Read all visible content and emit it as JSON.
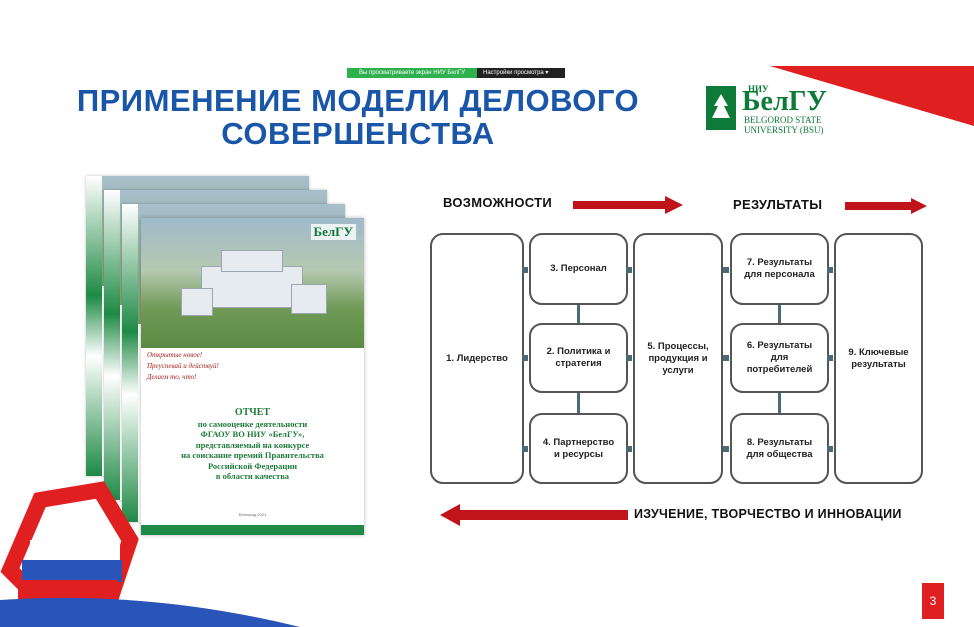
{
  "screen_share": {
    "notice": "Вы просматриваете экран НИУ БелГУ",
    "settings_label": "Настройки просмотра"
  },
  "slide": {
    "title": [
      "ПРИМЕНЕНИЕ МОДЕЛИ ДЕЛОВОГО",
      "СОВЕРШЕНСТВА"
    ],
    "logo": {
      "niu": "НИУ",
      "name": "БелГУ",
      "english_line1": "BELGOROD STATE",
      "english_line2": "UNIVERSITY (BSU)"
    },
    "report": {
      "logo": "БелГУ",
      "slogans": [
        "Открытые новое!",
        "Преуспевай и действуй!",
        "Делаем то, что!"
      ],
      "heading": "ОТЧЕТ",
      "lines": [
        "по самооценке деятельности",
        "ФГАОУ ВО НИУ «БелГУ»,",
        "представляемый на конкурсе",
        "на соискание премий Правительства",
        "Российской Федерации",
        "в области качества"
      ],
      "city": "Белгород 2021"
    },
    "diagram": {
      "header_left": "ВОЗМОЖНОСТИ",
      "header_right": "РЕЗУЛЬТАТЫ",
      "footer": "ИЗУЧЕНИЕ, ТВОРЧЕСТВО И ИННОВАЦИИ",
      "boxes": {
        "b1": "1. Лидерство",
        "b3": "3. Персонал",
        "b2": "2. Политика и стратегия",
        "b4": "4. Партнерство и ресурсы",
        "b5": "5. Процессы, продукция и услуги",
        "b7": "7. Результаты для персонала",
        "b6": "6. Результаты для потребителей",
        "b8": "8. Результаты для общества",
        "b9": "9. Ключевые результаты"
      },
      "colors": {
        "arrow": "#c0141a",
        "border": "#555555",
        "connector": "#4a6a7a"
      }
    },
    "page_number": "3",
    "colors": {
      "title": "#1a56a8",
      "brand_green": "#0e7a3a",
      "accent_red": "#e02020"
    }
  }
}
